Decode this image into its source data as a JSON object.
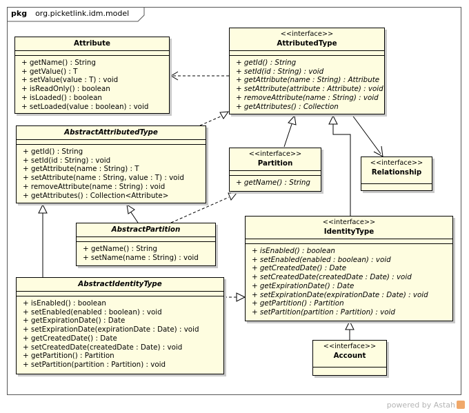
{
  "package": {
    "keyword": "pkg",
    "name": "org.picketlink.idm.model"
  },
  "footer": {
    "powered_by": "powered by Astah"
  },
  "classes": {
    "attribute": {
      "name": "Attribute",
      "operations": [
        "+ getName() : String",
        "+ getValue() : T",
        "+ setValue(value : T) : void",
        "+ isReadOnly() : boolean",
        "+ isLoaded() : boolean",
        "+ setLoaded(value : boolean) : void"
      ]
    },
    "attributed_type": {
      "stereotype": "<<interface>>",
      "name": "AttributedType",
      "operations": [
        "+ getId() : String",
        "+ setId(id : String) : void",
        "+ getAttribute(name : String) : Attribute",
        "+ setAttribute(attribute : Attribute) : void",
        "+ removeAttribute(name : String) : void",
        "+ getAttributes() : Collection"
      ]
    },
    "abstract_attributed_type": {
      "name": "AbstractAttributedType",
      "operations": [
        "+ getId() : String",
        "+ setId(id : String) : void",
        "+ getAttribute(name : String) : T",
        "+ setAttribute(name : String, value : T) : void",
        "+ removeAttribute(name : String) : void",
        "+ getAttributes() : Collection<Attribute>"
      ]
    },
    "partition": {
      "stereotype": "<<interface>>",
      "name": "Partition",
      "operations": [
        "+ getName() : String"
      ]
    },
    "relationship": {
      "stereotype": "<<interface>>",
      "name": "Relationship"
    },
    "abstract_partition": {
      "name": "AbstractPartition",
      "operations": [
        "+ getName() : String",
        "+ setName(name : String) : void"
      ]
    },
    "identity_type": {
      "stereotype": "<<interface>>",
      "name": "IdentityType",
      "operations": [
        "+ isEnabled() : boolean",
        "+ setEnabled(enabled : boolean) : void",
        "+ getCreatedDate() : Date",
        "+ setCreatedDate(createdDate : Date) : void",
        "+ getExpirationDate() : Date",
        "+ setExpirationDate(expirationDate : Date) : void",
        "+ getPartition() : Partition",
        "+ setPartition(partition : Partition) : void"
      ]
    },
    "abstract_identity_type": {
      "name": "AbstractIdentityType",
      "operations": [
        "+ isEnabled() : boolean",
        "+ setEnabled(enabled : boolean) : void",
        "+ getExpirationDate() : Date",
        "+ setExpirationDate(expirationDate : Date) : void",
        "+ getCreatedDate() : Date",
        "+ setCreatedDate(createdDate : Date) : void",
        "+ getPartition() : Partition",
        "+ setPartition(partition : Partition) : void"
      ]
    },
    "account": {
      "stereotype": "<<interface>>",
      "name": "Account"
    }
  }
}
